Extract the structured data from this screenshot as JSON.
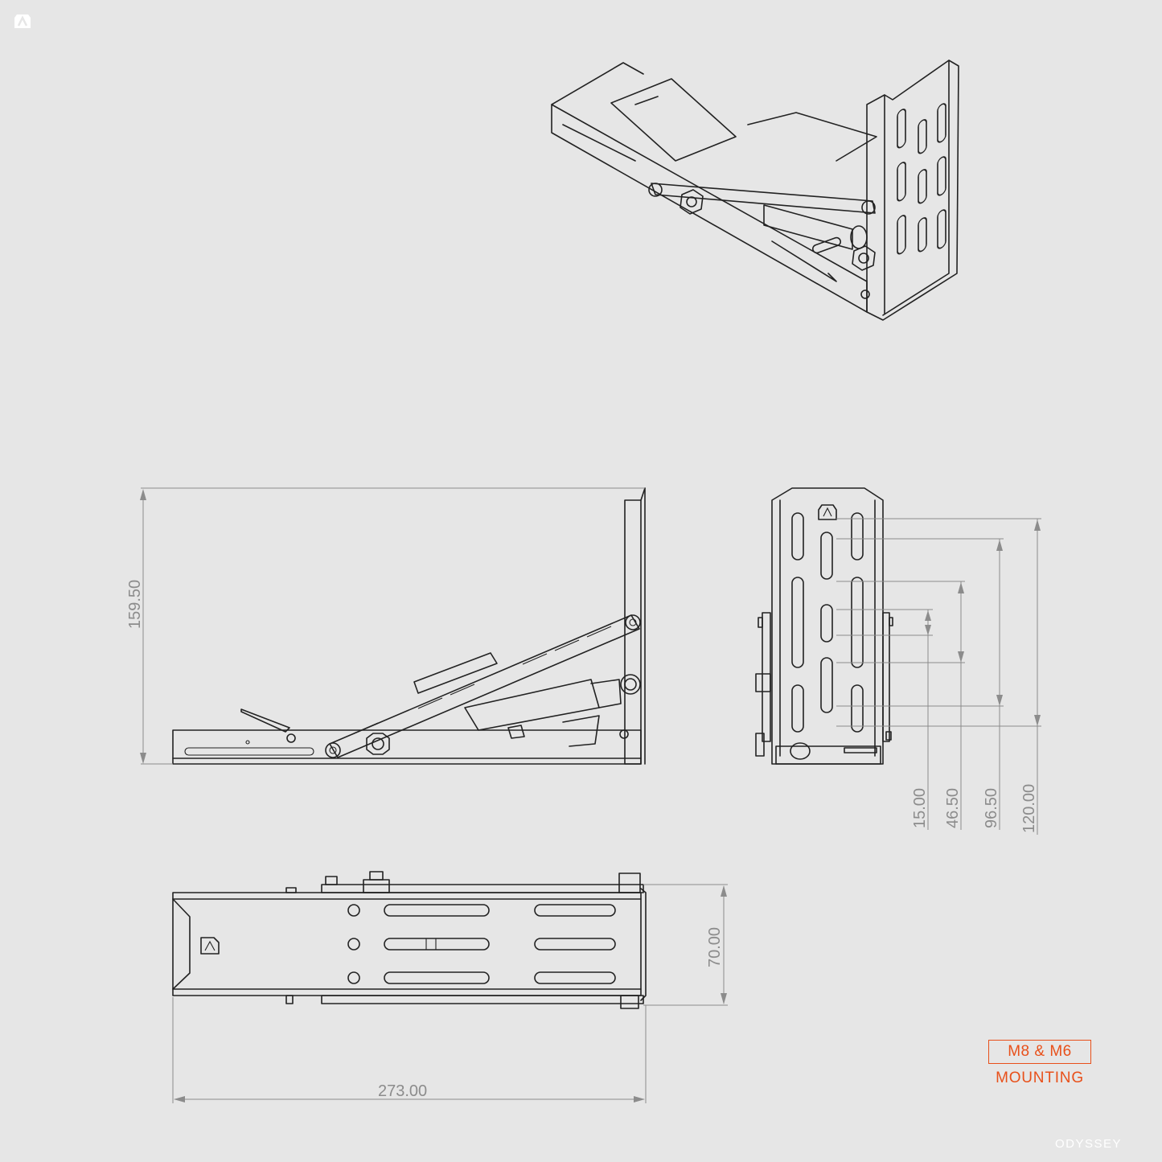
{
  "badge": {
    "line1": "M8 & M6",
    "line2": "MOUNTING"
  },
  "brand": {
    "name": "ODYSSEY"
  },
  "dimensions": {
    "height": "159.50",
    "length": "273.00",
    "width": "70.00",
    "slot1": "15.00",
    "slot2": "46.50",
    "slot3": "96.50",
    "slot4": "120.00"
  },
  "colors": {
    "background": "#e6e6e6",
    "accent": "#e8501a",
    "line": "#222222",
    "dimension": "#8c8c8c"
  },
  "icons": [
    "odyssey-logo-icon"
  ]
}
